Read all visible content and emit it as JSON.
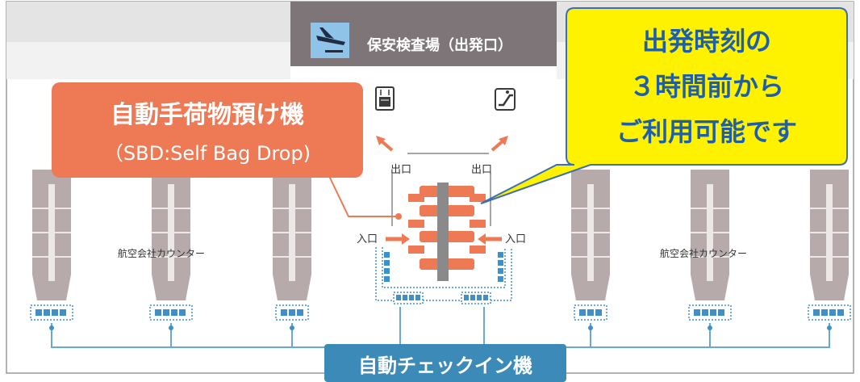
{
  "security_gate": {
    "label": "保安検査場（出発口）",
    "icon": "departure-plane-icon"
  },
  "sbd_callout": {
    "title": "自動手荷物預け機",
    "subtitle": "（SBD:Self Bag Drop)"
  },
  "availability_callout": {
    "line1": "出発時刻の",
    "line2": "３時間前から",
    "line3": "ご利用可能です"
  },
  "zone_labels": {
    "exit": "出口",
    "entrance": "入口"
  },
  "counter_labels": {
    "left": "航空会社カウンター",
    "right": "航空会社カウンター"
  },
  "kiosk_banner": {
    "label": "自動チェックイン機"
  },
  "icons": {
    "elevator": "elevator-icon",
    "escalator": "escalator-icon"
  },
  "colors": {
    "accent_orange": "#ee7a55",
    "counter_gray": "#b6aaab",
    "kiosk_blue": "#3f8fc8",
    "banner_blue": "#3b8ab8",
    "callout_yellow": "#fff200",
    "callout_text": "#1f5fa8",
    "header_gray": "#7d7577",
    "link_line": "#6aa7d2"
  }
}
